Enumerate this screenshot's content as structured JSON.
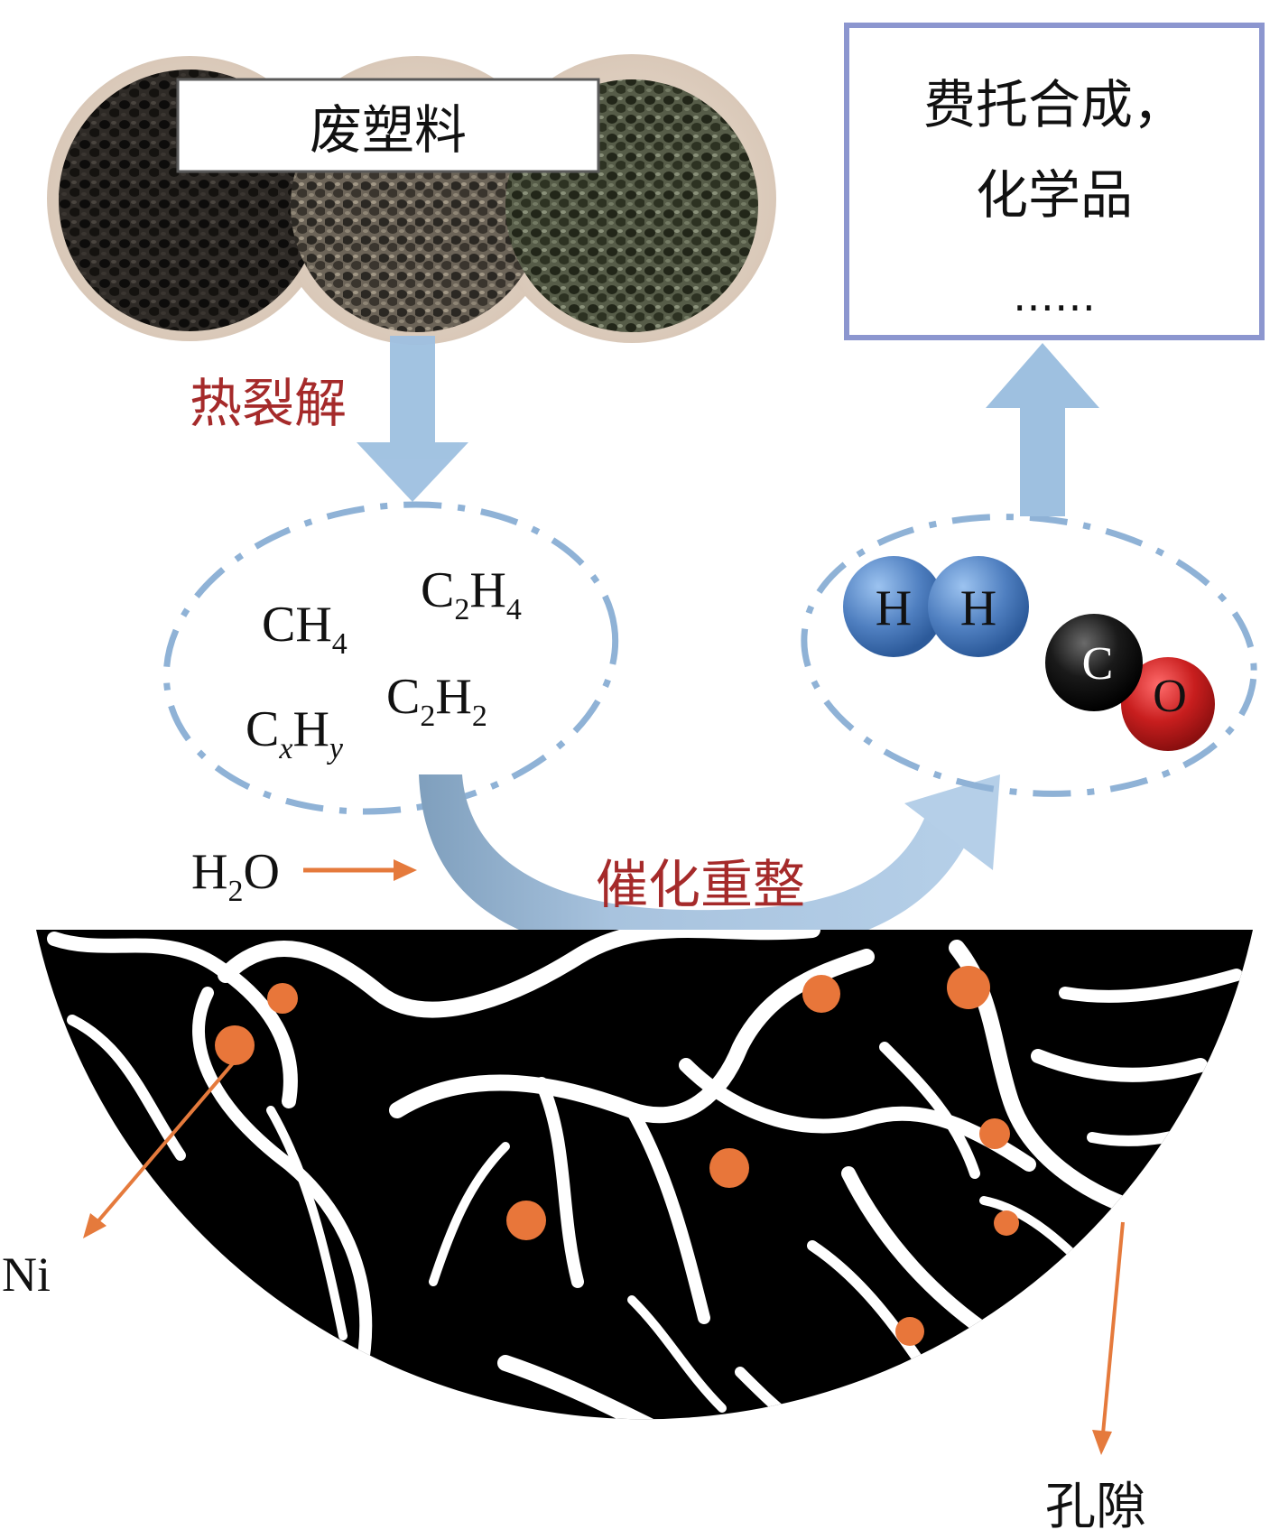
{
  "waste_plastic": {
    "label": "废塑料"
  },
  "steps": {
    "pyrolysis": "热裂解",
    "catalytic_reforming": "催化重整"
  },
  "hydrocarbons": [
    {
      "base": "CH",
      "sub": "4"
    },
    {
      "base": "C",
      "sub1": "2",
      "mid": "H",
      "sub2": "4"
    },
    {
      "base": "C",
      "sub1": "2",
      "mid": "H",
      "sub2": "2"
    },
    {
      "base": "C",
      "sub1": "x",
      "mid": "H",
      "sub2": "y"
    }
  ],
  "water": {
    "base": "H",
    "sub": "2",
    "tail": "O"
  },
  "syngas": {
    "h_atom": "H",
    "c_atom": "C",
    "o_atom": "O"
  },
  "products": {
    "line1": "费托合成，",
    "line2": "化学品",
    "line3": "……"
  },
  "catalyst_labels": {
    "ni": "Ni",
    "pore": "孔隙"
  },
  "colors": {
    "flow_arrow": "#9ec0e0",
    "dashed_ellipse": "#8fb2d6",
    "step_label": "#a52a2a",
    "pointer_arrow": "#e57a3c",
    "ni_particle": "#e8763a",
    "catalyst_body": "#000000",
    "product_box_border": "#8c96cf",
    "hydrogen_atom": "#4f7fc0",
    "carbon_atom": "#111111",
    "oxygen_atom": "#c81e1e"
  }
}
